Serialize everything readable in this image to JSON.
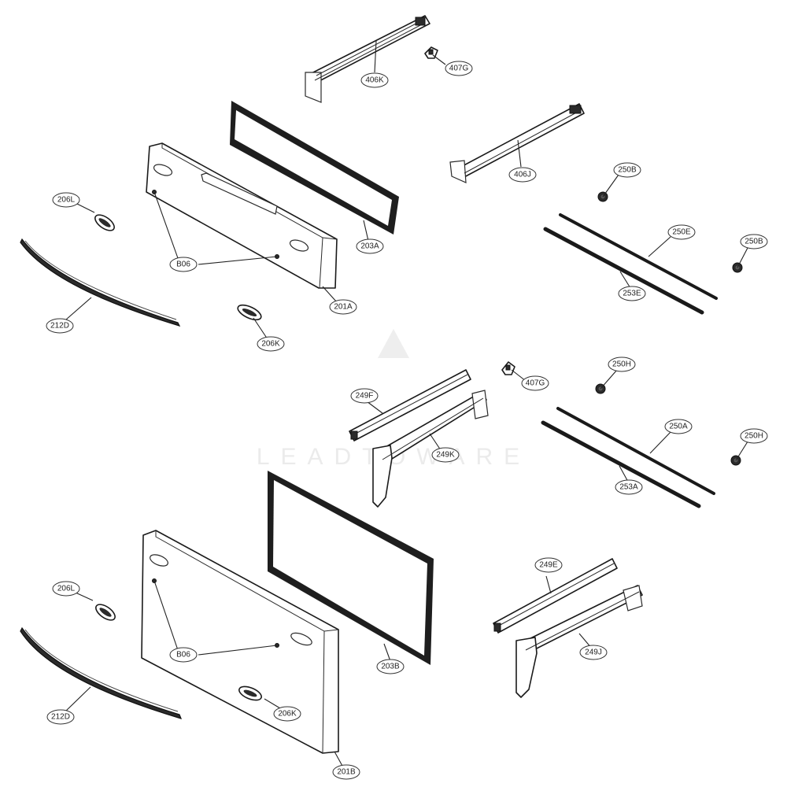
{
  "callouts": {
    "c406K": "406K",
    "c407G_top": "407G",
    "c406J": "406J",
    "c250B_top": "250B",
    "c250E": "250E",
    "c250B_right": "250B",
    "c253E": "253E",
    "c206L_top": "206L",
    "c203A": "203A",
    "cB06_top": "B06",
    "c201A": "201A",
    "c212D_top": "212D",
    "c206K_top": "206K",
    "c407G_mid": "407G",
    "c250H_top": "250H",
    "c249F": "249F",
    "c249K": "249K",
    "c250A": "250A",
    "c250H_right": "250H",
    "c253A": "253A",
    "c249E": "249E",
    "c206L_bottom": "206L",
    "cB06_bottom": "B06",
    "c249J": "249J",
    "c203B": "203B",
    "c206K_bottom": "206K",
    "c212D_bottom": "212D",
    "c201B": "201B"
  },
  "watermark": "LEADTOWARE"
}
